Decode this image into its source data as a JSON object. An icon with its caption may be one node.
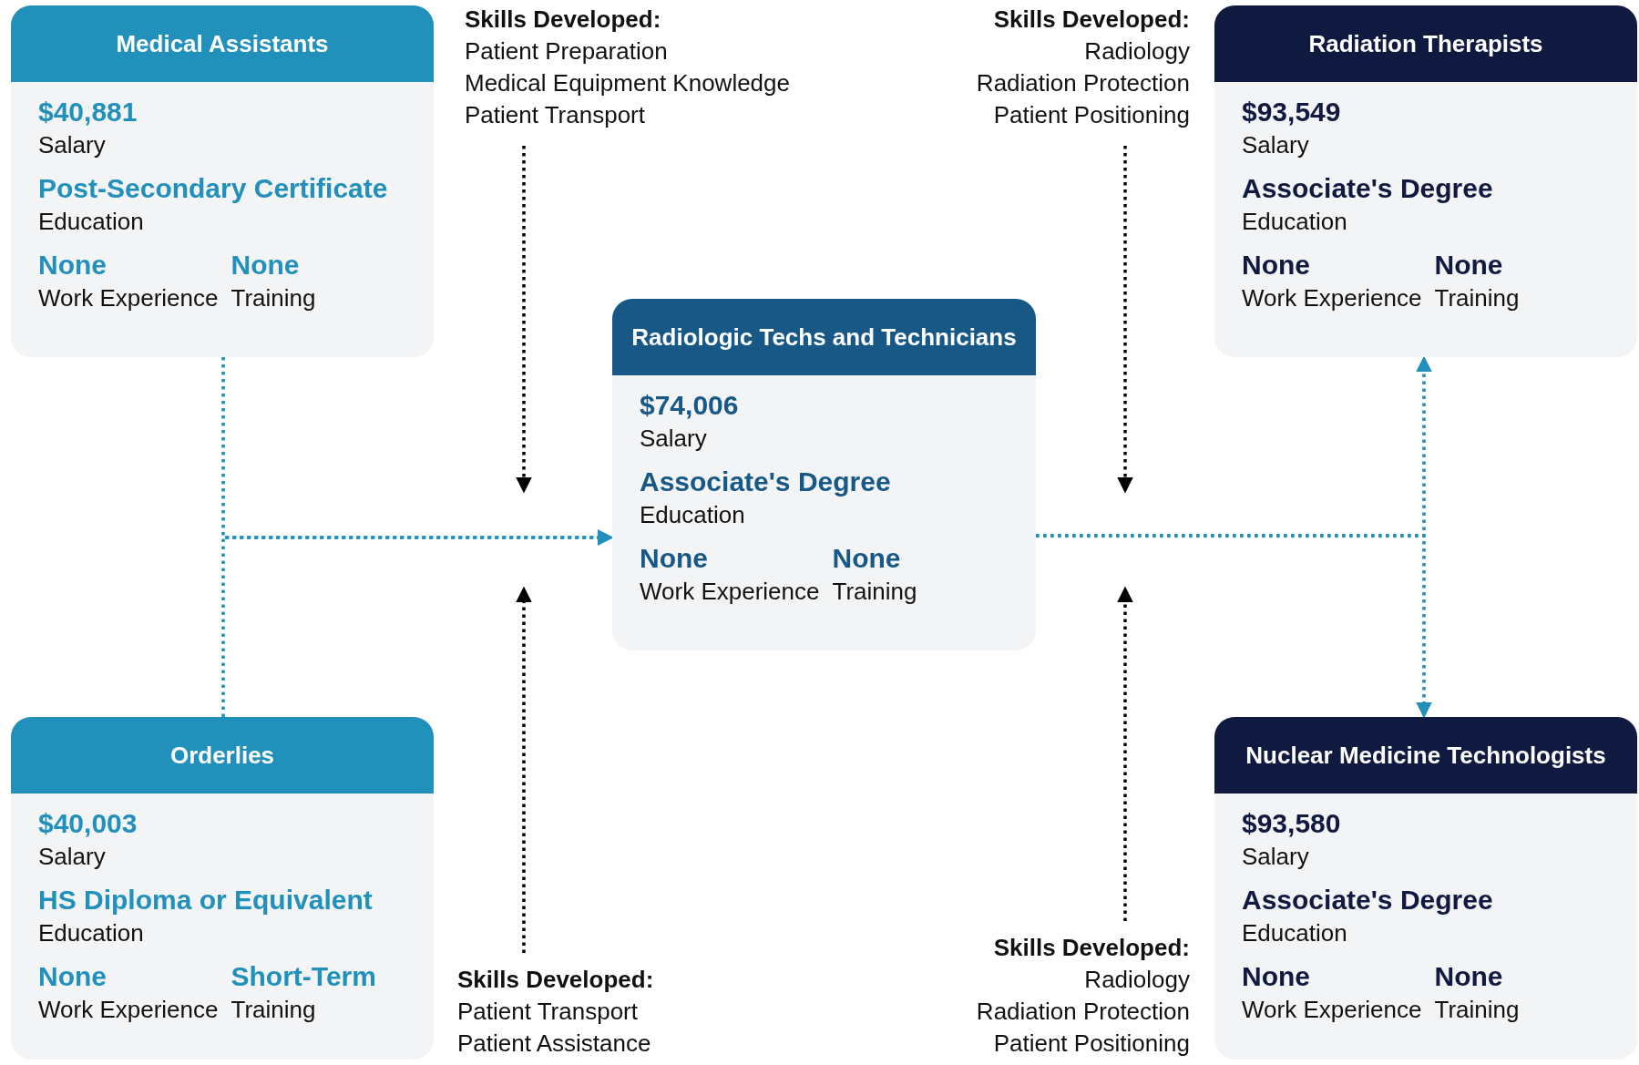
{
  "diagram": {
    "nodes": [
      {
        "text": [
          "Medical Assistants",
          "$40,881",
          "Salary",
          "Post-Secondary Certificate",
          "Education",
          "None",
          "Work Experience",
          "None",
          "Training"
        ]
      },
      {
        "text": [
          "Skills Developed:",
          "Patient Preparation",
          "Medical Equipment Knowledge",
          "Patient Transport"
        ]
      },
      {
        "text": [
          "Skills Developed:",
          "Radiology",
          "Radiation Protection",
          "Patient Positioning"
        ]
      },
      {
        "text": [
          "Radiation Therapists",
          "$93,549",
          "Salary",
          "Associate's Degree",
          "Education",
          "None",
          "Work Experience",
          "None",
          "Training"
        ]
      },
      {
        "text": [
          "Radiologic Techs and Technicians",
          "$74,006",
          "Salary",
          "Associate's Degree",
          "Education",
          "None",
          "Work Experience",
          "None",
          "Training"
        ]
      },
      {
        "text": [
          "Orderlies",
          "$40,003",
          "Salary",
          "HS Diploma or Equivalent",
          "Education",
          "None",
          "Work Experience",
          "Short-Term",
          "Training"
        ]
      },
      {
        "text": [
          "Skills Developed:",
          "Patient Transport",
          "Patient Assistance"
        ]
      },
      {
        "text": [
          "Skills Developed:",
          "Radiology",
          "Radiation Protection",
          "Patient Positioning"
        ]
      },
      {
        "text": [
          "Nuclear Medicine Technologists",
          "$93,580",
          "Salary",
          "Associate's Degree",
          "Education",
          "None",
          "Work Experience",
          "None",
          "Training"
        ]
      }
    ],
    "edges": [
      {
        "from": 0,
        "to": 4,
        "arrow": "to",
        "style": "dashed",
        "color": "#2190bb"
      },
      {
        "from": 5,
        "to": 4,
        "arrow": "to",
        "style": "dashed",
        "color": "#2190bb"
      },
      {
        "from": 4,
        "to": 3,
        "arrow": "to",
        "style": "dashed",
        "color": "#2190bb"
      },
      {
        "from": 4,
        "to": 8,
        "arrow": "to",
        "style": "dashed",
        "color": "#2190bb"
      },
      {
        "from": 1,
        "to": null,
        "arrow": "to",
        "style": "dashed",
        "color": "#000000"
      },
      {
        "from": 2,
        "to": null,
        "arrow": "to",
        "style": "dashed",
        "color": "#000000"
      },
      {
        "from": 6,
        "to": null,
        "arrow": "to",
        "style": "dashed",
        "color": "#000000"
      },
      {
        "from": 7,
        "to": null,
        "arrow": "to",
        "style": "dashed",
        "color": "#000000"
      }
    ]
  }
}
